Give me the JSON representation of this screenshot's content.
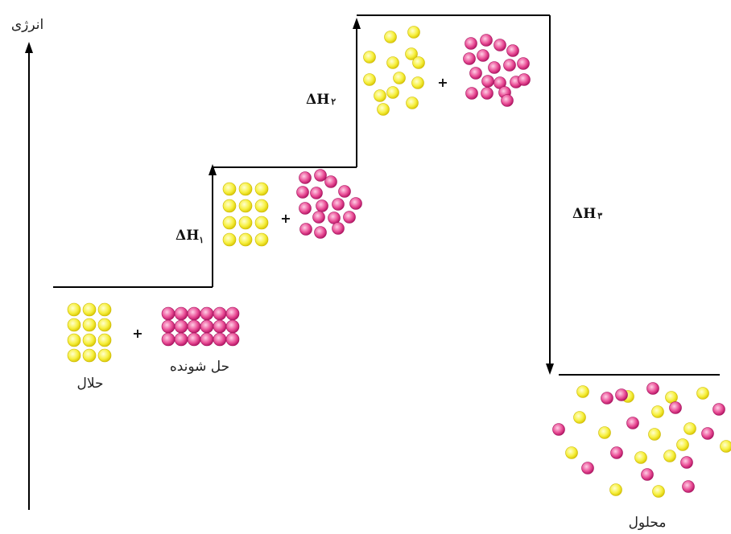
{
  "axis": {
    "label": "انرژی"
  },
  "labels": {
    "solvent": "حلال",
    "solute": "حل شونده",
    "solution": "محلول",
    "plus": "+"
  },
  "steps": [
    {
      "symbol": "ΔH",
      "index": "۱"
    },
    {
      "symbol": "ΔH",
      "index": "۲"
    },
    {
      "symbol": "ΔH",
      "index": "۳"
    }
  ],
  "colors": {
    "solvent_particle": "#f5ee3a",
    "solute_particle": "#e6418e",
    "line": "#000000"
  }
}
